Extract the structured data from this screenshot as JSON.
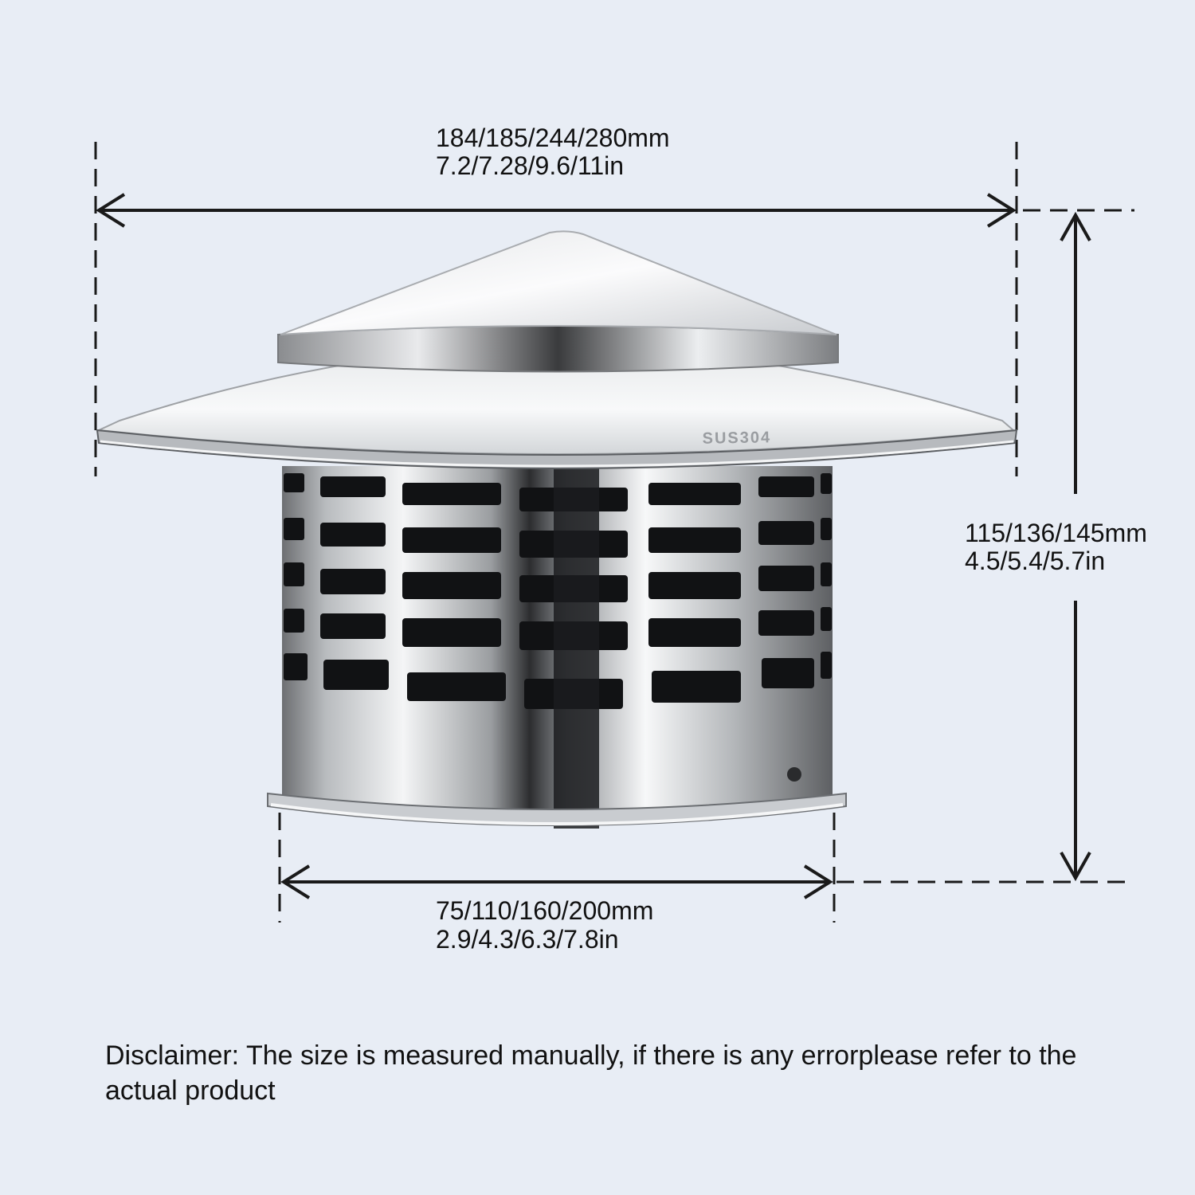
{
  "dimensions": {
    "top_width": {
      "mm": "184/185/244/280mm",
      "in": "7.2/7.28/9.6/11in"
    },
    "height": {
      "mm": "115/136/145mm",
      "in": "4.5/5.4/5.7in"
    },
    "bottom_width": {
      "mm": "75/110/160/200mm",
      "in": "2.9/4.3/6.3/7.8in"
    }
  },
  "product": {
    "stamp": "SUS304"
  },
  "disclaimer": "Disclaimer: The size is measured manually, if there is any errorplease refer to the actual product",
  "colors": {
    "background": "#e8edf5",
    "line": "#1a1a1a",
    "text": "#111111"
  }
}
